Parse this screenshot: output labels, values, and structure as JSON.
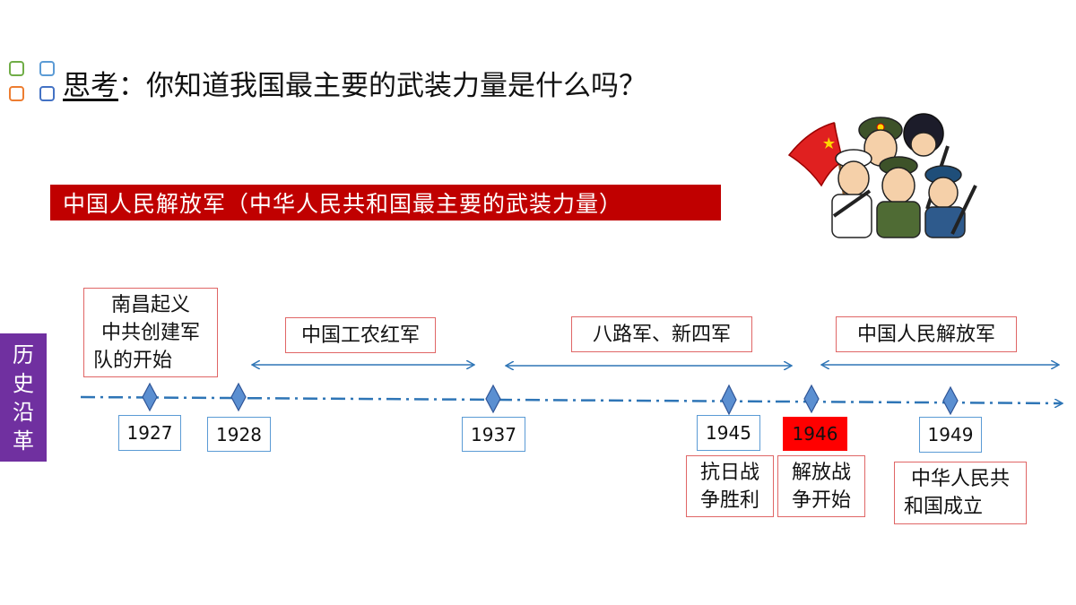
{
  "header": {
    "keyword": "思考",
    "question": "：你知道我国最主要的武装力量是什么吗？"
  },
  "banner": {
    "text": "中国人民解放军（中华人民共和国最主要的武装力量）"
  },
  "sidebar": {
    "chars": [
      "历",
      "史",
      "沿",
      "革"
    ]
  },
  "logo": {
    "colors": [
      "#70ad47",
      "#5b9bd5",
      "#ed7d31",
      "#4472c4"
    ]
  },
  "timeline": {
    "periods": [
      "中国工农红军",
      "八路军、新四军",
      "中国人民解放军"
    ],
    "years": [
      "1927",
      "1928",
      "1937",
      "1945",
      "1946",
      "1949"
    ],
    "highlight_year": "1946",
    "events": {
      "e1927": [
        "南昌起义",
        "中共创建军",
        "队的开始"
      ],
      "e1945": [
        "抗日战",
        "争胜利"
      ],
      "e1946": [
        "解放战",
        "争开始"
      ],
      "e1949": [
        "中华人民共",
        "和国成立"
      ]
    }
  },
  "colors": {
    "banner": "#c00000",
    "sidebar": "#7030a0",
    "axis": "#2e75b6",
    "highlight": "#ff0000"
  }
}
